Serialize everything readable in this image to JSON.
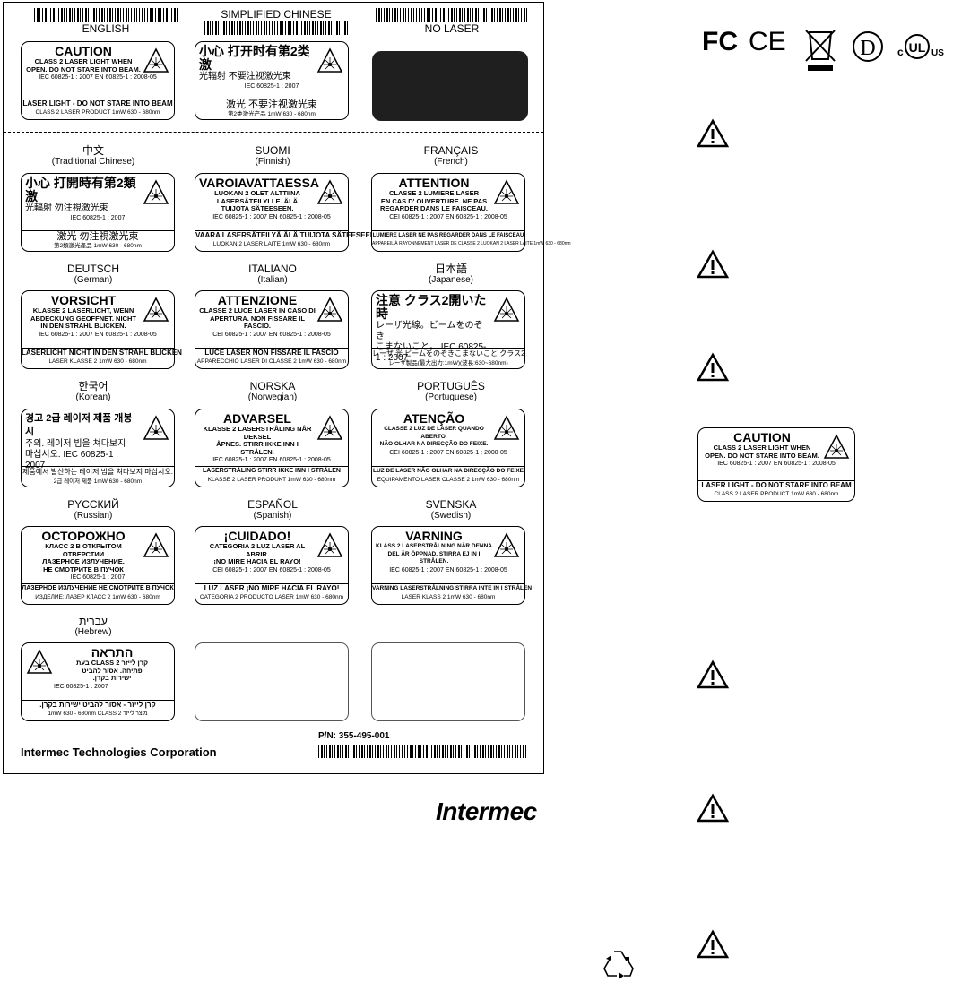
{
  "sheet": {
    "corp_name": "Intermec Technologies Corporation",
    "part_number": "P/N: 355-495-001"
  },
  "top_row": [
    {
      "lang": "ENGLISH"
    },
    {
      "lang": "SIMPLIFIED CHINESE"
    },
    {
      "lang": "NO LASER"
    }
  ],
  "labels": {
    "english": {
      "head": "CAUTION",
      "lines": "CLASS 2 LASER LIGHT WHEN\nOPEN. DO NOT STARE INTO BEAM.",
      "std": "IEC 60825-1 : 2007    EN 60825-1 : 2008-05",
      "b1": "LASER LIGHT - DO NOT STARE INTO BEAM",
      "b2": "CLASS 2 LASER PRODUCT  1mW  630 - 680nm"
    },
    "schinese": {
      "head": "小心 打开时有第2类激",
      "lines": "光辐射 不要注视激光束",
      "std": "IEC 60825-1 : 2007",
      "b1": "激光  不要注视激光束",
      "b2": "第2类激光产品 1mW 630 - 680nm"
    },
    "tchinese": {
      "lang": "中文",
      "lang_en": "(Traditional Chinese)",
      "head": "小心 打開時有第2類激",
      "lines": "光輻射 勿注視激光束",
      "std": "IEC 60825-1 : 2007",
      "b1": "激光  勿注視激光束",
      "b2": "第2類激光產品 1mW 630 - 680nm"
    },
    "finnish": {
      "lang": "SUOMI",
      "lang_en": "(Finnish)",
      "head": "VAROIAVATTAESSA",
      "lines": "LUOKAN 2 OLET ALTTIINA\nLASERSÄTEILYLLE. ÄLÄ\nTUIJOTA SÄTEESEEN.",
      "std": "IEC 60825-1 : 2007    EN 60825-1 : 2008-05",
      "b1": "VAARA LASERSÄTEILYÄ ÄLÄ TUIJOTA SÄTEESEEN",
      "b2": "LUOKAN 2 LASER LAITE  1mW  630 - 680nm"
    },
    "french": {
      "lang": "FRANÇAIS",
      "lang_en": "(French)",
      "head": "ATTENTION",
      "lines": "CLASSE 2 LUMIERE LASER\nEN CAS D' OUVERTURE. NE PAS\nREGARDER DANS LE FAISCEAU.",
      "std": "CEI 60825-1 : 2007    EN 60825-1 : 2008-05",
      "b1": "LUMIERE LASER NE PAS REGARDER DANS LE FAISCEAU",
      "b2": "APPAREIL À RAYONNEMENT LASER DE CLASSE 2  LUOKAN 2 LASER LAITE  1mW  630 - 680nm"
    },
    "german": {
      "lang": "DEUTSCH",
      "lang_en": "(German)",
      "head": "VORSICHT",
      "lines": "KLASSE 2 LASERLICHT, WENN\nABDECKUNG GEOFFNET. NICHT\nIN DEN STRAHL BLICKEN.",
      "std": "IEC 60825-1 : 2007    EN 60825-1 : 2008-05",
      "b1": "LASERLICHT NICHT IN DEN STRAHL BLICKEN",
      "b2": "LASER KLASSE 2   1mW  630 - 680nm"
    },
    "italian": {
      "lang": "ITALIANO",
      "lang_en": "(Italian)",
      "head": "ATTENZIONE",
      "lines": "CLASSE 2 LUCE LASER IN CASO DI\nAPERTURA. NON FISSARE IL FASCIO.",
      "std": "CEI 60825-1 : 2007    EN 60825-1 : 2008-05",
      "b1": "LUCE LASER NON FISSARE IL FASCIO",
      "b2": "APPARECCHIO LASER DI CLASSE 2  1mW  630 - 680nm"
    },
    "japanese": {
      "lang": "日本語",
      "lang_en": "(Japanese)",
      "head": "注意 クラス2開いた時",
      "lines": "レーザ光線。ビームをのぞき\nこまないこと。 IEC 60825-1 : 2007",
      "std": "",
      "b1": "レーザ 光 ビームをのぞきこまないこと クラス2",
      "b2": "レーザ製品(最大出力:1mW)(波長:630~680nm)"
    },
    "korean": {
      "lang": "한국어",
      "lang_en": "(Korean)",
      "head": "경고 2급 레이저 제품 개봉시",
      "lines": "주의. 레이저 빔을 쳐다보지\n마십시오.  IEC 60825-1 : 2007",
      "std": "",
      "b1": "제품에서 발산하는 레이저 빔을 쳐다보지 마십시오.",
      "b2": "2급 레이저 제품   1mW  630 - 680nm"
    },
    "norwegian": {
      "lang": "NORSKA",
      "lang_en": "(Norwegian)",
      "head": "ADVARSEL",
      "lines": "KLASSE 2 LASERSTRÅLING NÅR DEKSEL\nÅPNES.  STIRR IKKE INN I STRÅLEN.",
      "std": "IEC 60825-1 : 2007    EN 60825-1 : 2008-05",
      "b1": "LASERSTRÅLING STIRR IKKE INN I STRÅLEN",
      "b2": "KLASSE 2 LASER PRODUKT  1mW  630 - 680nm"
    },
    "portuguese": {
      "lang": "PORTUGUÊS",
      "lang_en": "(Portuguese)",
      "head": "ATENÇÃO",
      "lines": "CLASSE 2 LUZ DE LASER QUANDO ABERTO.\nNÃO OLHAR NA DIRECÇÃO DO FEIXE.",
      "std": "CEI 60825-1 : 2007    EN 60825-1 : 2008-05",
      "b1": "LUZ DE LASER NÃO OLHAR NA DIRECÇÃO DO FEIXE",
      "b2": "EQUIPAMENTO LASER CLASSE 2  1mW  630 - 680nm"
    },
    "russian": {
      "lang": "PYCCКИЙ",
      "lang_en": "(Russian)",
      "head": "ОСТОРОЖНО",
      "lines": "КЛАСС 2 В ОТКРЫТОМ ОТВЕРСТИИ\nЛАЗЕРНОЕ ИЗЛУЧЕНИЕ.\nНЕ СМОТРИТЕ В ПУЧОК",
      "std": "IEC 60825-1 : 2007",
      "b1": "ЛАЗЕРНОЕ ИЗЛУЧЕНИЕ НЕ СМОТРИТЕ В ПУЧОК",
      "b2": "ИЗДЕЛИЕ: ЛАЗЕР КЛАСС 2   1mW  630 - 680nm"
    },
    "spanish": {
      "lang": "ESPAÑOL",
      "lang_en": "(Spanish)",
      "head": "¡CUIDADO!",
      "lines": "CATEGORIA 2 LUZ LASER AL ABRIR.\n¡NO MIRE HACIA EL RAYO!",
      "std": "CEI 60825-1 : 2007    EN 60825-1 : 2008-05",
      "b1": "LUZ LASER ¡NO MIRE HACIA EL RAYO!",
      "b2": "CATEGORIA 2 PRODUCTO LASER  1mW  630 - 680nm"
    },
    "swedish": {
      "lang": "SVENSKA",
      "lang_en": "(Swedish)",
      "head": "VARNING",
      "lines": "KLASS 2 LASERSTRÅLNING NÄR DENNA\nDEL ÄR ÖPPNAD. STIRRA EJ IN I STRÅLEN.",
      "std": "IEC 60825-1 : 2007    EN 60825-1 : 2008-05",
      "b1": "VARNING LASERSTRÅLNING STIRRA INTE IN I STRÅLEN",
      "b2": "LASER KLASS 2   1mW  630 - 680nm"
    },
    "hebrew": {
      "lang": "עברית",
      "lang_en": "(Hebrew)",
      "head": "התראה",
      "lines": "קרן לייזר CLASS 2 בעת\nפתיחה. אסור להביט\nישירות בקרן.",
      "std": "IEC 60825-1 : 2007",
      "b1": "קרן לייזר - אסור להביט ישירות בקרן.",
      "b2": "1mW  630 - 680nm  CLASS 2 מוצר לייזר"
    }
  },
  "brand": {
    "logo_text": "Intermec"
  },
  "certs": {
    "fc": "FC",
    "ce": "CE",
    "d": "D",
    "c": "c",
    "ul": "UL",
    "us": "US"
  },
  "side_caution": {
    "head": "CAUTION",
    "lines": "CLASS 2 LASER LIGHT WHEN\nOPEN. DO NOT STARE INTO BEAM.",
    "std": "IEC 60825-1 : 2007    EN 60825-1 : 2008-05",
    "b1": "LASER LIGHT - DO NOT STARE INTO BEAM",
    "b2": "CLASS 2 LASER PRODUCT  1mW  630 - 680nm"
  }
}
